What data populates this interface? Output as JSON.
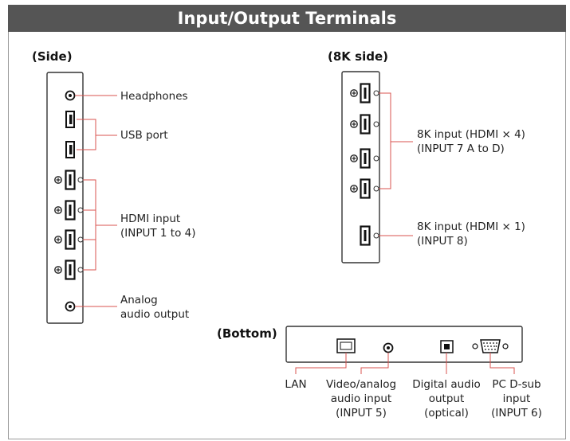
{
  "title": "Input/Output Terminals",
  "sections": {
    "side": "(Side)",
    "eightk": "(8K side)",
    "bottom": "(Bottom)"
  },
  "side_labels": {
    "headphones": "Headphones",
    "usb": "USB port",
    "hdmi_1": "HDMI input",
    "hdmi_2": "(INPUT 1 to 4)",
    "analog_1": "Analog",
    "analog_2": "audio output"
  },
  "eightk_labels": {
    "in4_1": "8K input (HDMI × 4)",
    "in4_2": "(INPUT 7 A to D)",
    "in1_1": "8K input (HDMI × 1)",
    "in1_2": "(INPUT 8)"
  },
  "bottom_labels": {
    "lan": "LAN",
    "video_1": "Video/analog",
    "video_2": "audio input",
    "video_3": "(INPUT 5)",
    "digital_1": "Digital audio",
    "digital_2": "output",
    "digital_3": "(optical)",
    "pc_1": "PC D-sub",
    "pc_2": "input",
    "pc_3": "(INPUT 6)"
  },
  "colors": {
    "leader_line": "#d9534f",
    "title_bar": "#555555",
    "panel_border": "#333333"
  }
}
